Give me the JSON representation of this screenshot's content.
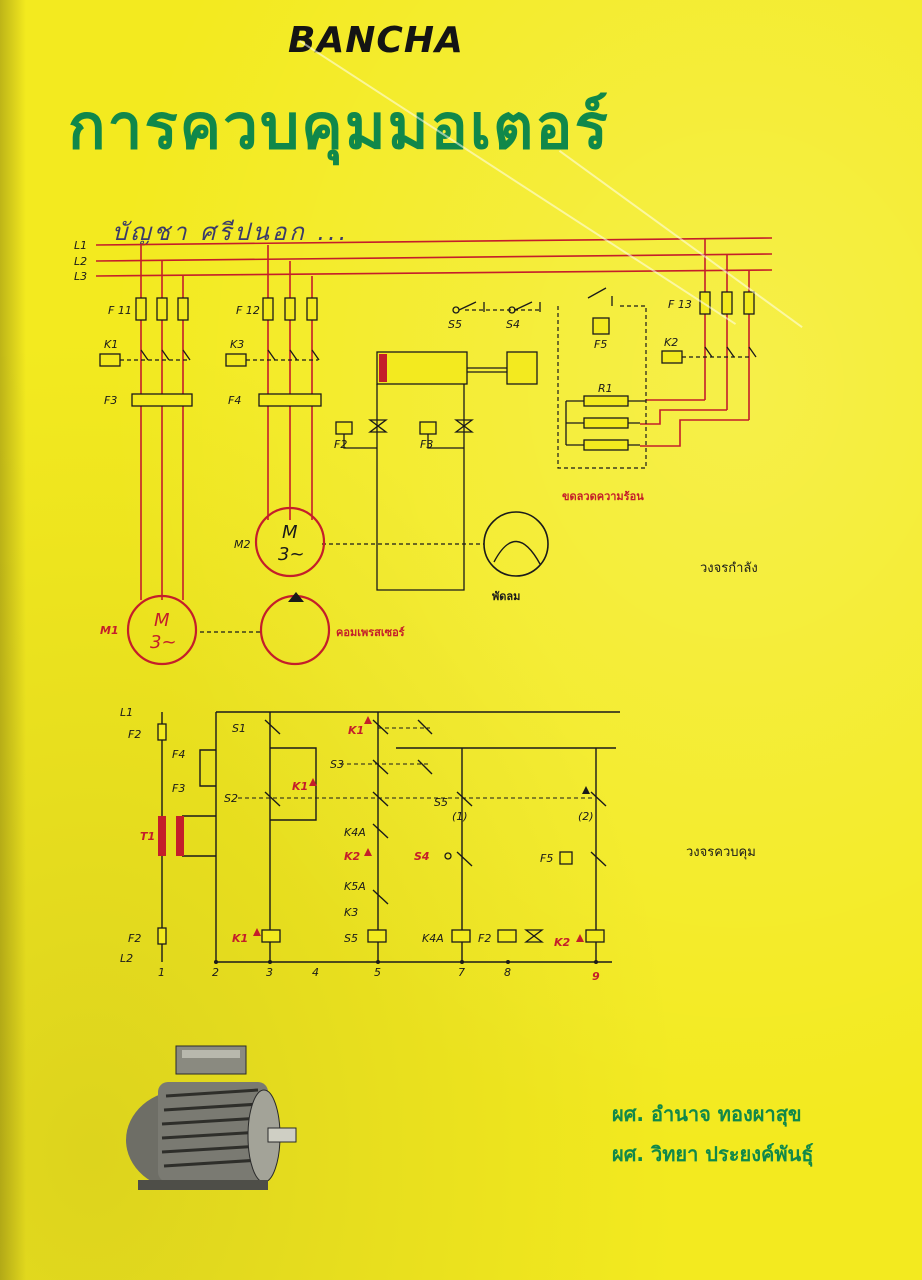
{
  "cover": {
    "handwritten_name": "BANCHA",
    "title": "การควบคุมมอเตอร์",
    "owner_scribble": "บัญชา ศรีปนอก ...",
    "authors": [
      "ผศ. อำนาจ  ทองผาสุข",
      "ผศ. วิทยา  ประยงค์พันธุ์"
    ]
  },
  "power_circuit": {
    "section_label": "วงจรกำลัง",
    "lines": [
      "L1",
      "L2",
      "L3"
    ],
    "fuses": [
      "F 11",
      "F 12",
      "F 13"
    ],
    "contactors": [
      "K1",
      "K3",
      "K2"
    ],
    "overloads": [
      "F3",
      "F4"
    ],
    "switches": [
      "S5",
      "S4"
    ],
    "thermostat": "F5",
    "resistor": "R1",
    "valves": [
      "F2",
      "F3"
    ],
    "motors": [
      {
        "id": "M1",
        "symbol": "M",
        "phase": "3~"
      },
      {
        "id": "M2",
        "symbol": "M",
        "phase": "3~"
      }
    ],
    "heater_label": "ขดลวดความร้อน",
    "fan_label": "พัดลม",
    "compressor_label": "คอมเพรสเซอร์"
  },
  "control_circuit": {
    "section_label": "วงจรควบคุม",
    "lines": [
      "L1",
      "L2"
    ],
    "fuses": [
      "F2",
      "F2"
    ],
    "transformer": "T1",
    "protection": [
      "F4",
      "F3"
    ],
    "switches": [
      "S1",
      "S2",
      "S3",
      "S5",
      "S4"
    ],
    "contacts": [
      "K1",
      "K1",
      "K4A",
      "K2",
      "K5A",
      "K3",
      "K2",
      "K1"
    ],
    "branch_marks": [
      "(1)",
      "(2)"
    ],
    "thermostat": "F5",
    "coils": [
      "K1",
      "S5",
      "K4A",
      "F2",
      "K2"
    ],
    "nodes": [
      "1",
      "2",
      "3",
      "4",
      "5",
      "7",
      "8",
      "9"
    ]
  },
  "colors": {
    "paper": "#f3ea1f",
    "title_green": "#10884a",
    "wire_red": "#c41e2a",
    "ink": "#1a1a1a"
  }
}
